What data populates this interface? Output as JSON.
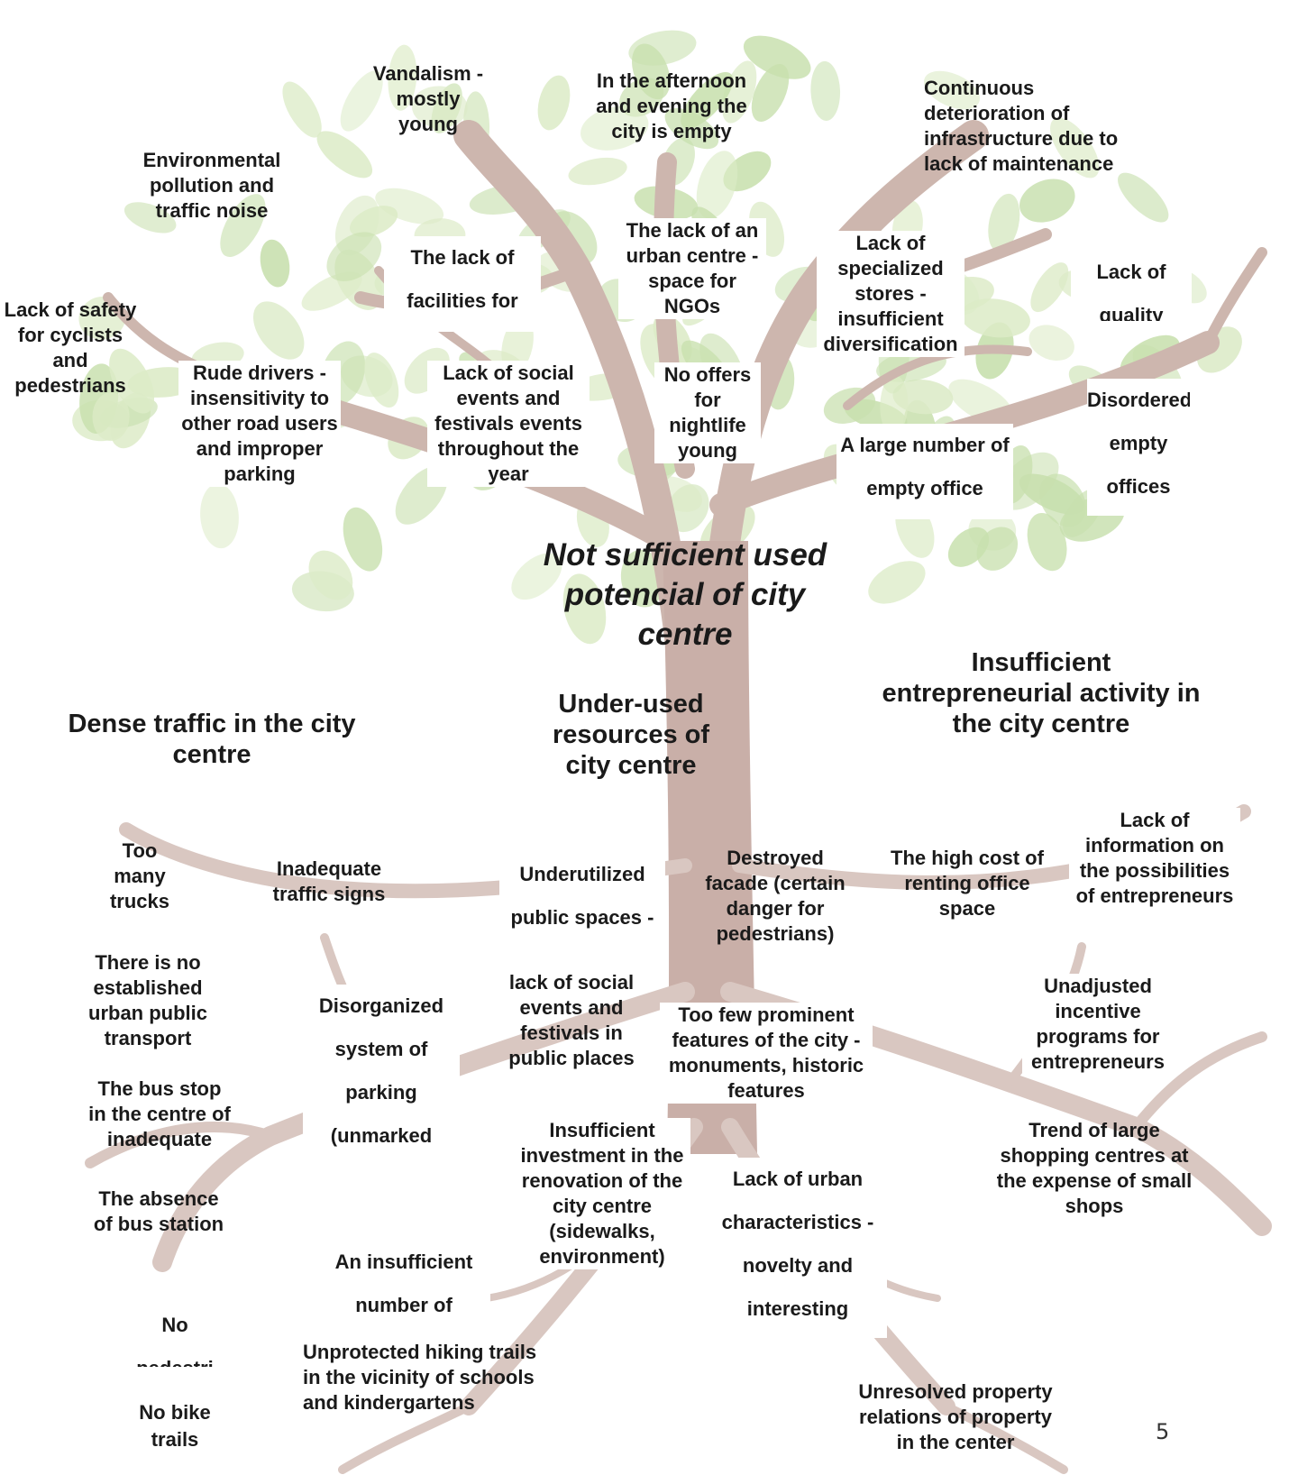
{
  "title": "Not sufficient used potencial of city centre",
  "page_number": "5",
  "groups": {
    "dense_traffic": "Dense traffic in the city centre",
    "under_used_resources": "Under-used resources of city centre",
    "entrepreneurial_activity": "Insufficient entrepreneurial activity in the city centre"
  },
  "effects": {
    "vandalism": "Vandalism - mostly young",
    "empty_city": "In the afternoon and evening the city is empty",
    "infrastructure": "Continuous deterioration of infrastructure due to lack of maintenance",
    "pollution": "Environmental pollution and traffic noise",
    "lack_facilities": "The lack of facilities for",
    "urban_centre_ngo": "The lack of an urban centre - space for NGOs",
    "specialized_stores": "Lack of specialized stores - insufficient diversification",
    "lack_quality": "Lack of quality",
    "safety": "Lack of safety for cyclists and pedestrians",
    "rude_drivers": "Rude drivers - insensitivity to other road users and improper parking",
    "social_events": "Lack of social events and festivals events throughout the year",
    "nightlife": "No offers for nightlife young",
    "empty_office": "A large number of empty office",
    "disordered_offices": "Disordered empty offices"
  },
  "causes": {
    "trucks": "Too many trucks",
    "traffic_signs": "Inadequate traffic signs",
    "public_spaces": "Underutilized public spaces -",
    "facade": "Destroyed facade (certain danger for pedestrians)",
    "office_cost": "The high cost of renting office space",
    "information": "Lack of information on the possibilities of entrepreneurs",
    "public_transport": "There is no established urban public transport",
    "parking": "Disorganized system of parking (unmarked",
    "social_events_public": "lack of social events and festivals in public places",
    "prominent_features": "Too few prominent features of the city - monuments, historic features",
    "incentives": "Unadjusted incentive programs for entrepreneurs",
    "bus_stop": "The bus stop in the centre of inadequate",
    "investment": "Insufficient investment in the renovation of the city centre (sidewalks, environment)",
    "urban_characteristics": "Lack of urban characteristics - novelty and interesting",
    "shopping_centres": "Trend of large shopping centres at the expense of small shops",
    "bus_station": "The absence of bus station",
    "insufficient_number": "An insufficient number of",
    "pedestrian": "No pedestri",
    "hiking_trails": "Unprotected hiking trails in the vicinity of schools and kindergartens",
    "bike_trails": "No bike trails",
    "property_relations": "Unresolved property relations of property in the center"
  },
  "colors": {
    "trunk": "#c9afa8",
    "roots": "#d8c6c0",
    "leaf_light": "#dcebc7",
    "leaf_mid": "#c8e0ae",
    "text": "#1a1a1a"
  }
}
